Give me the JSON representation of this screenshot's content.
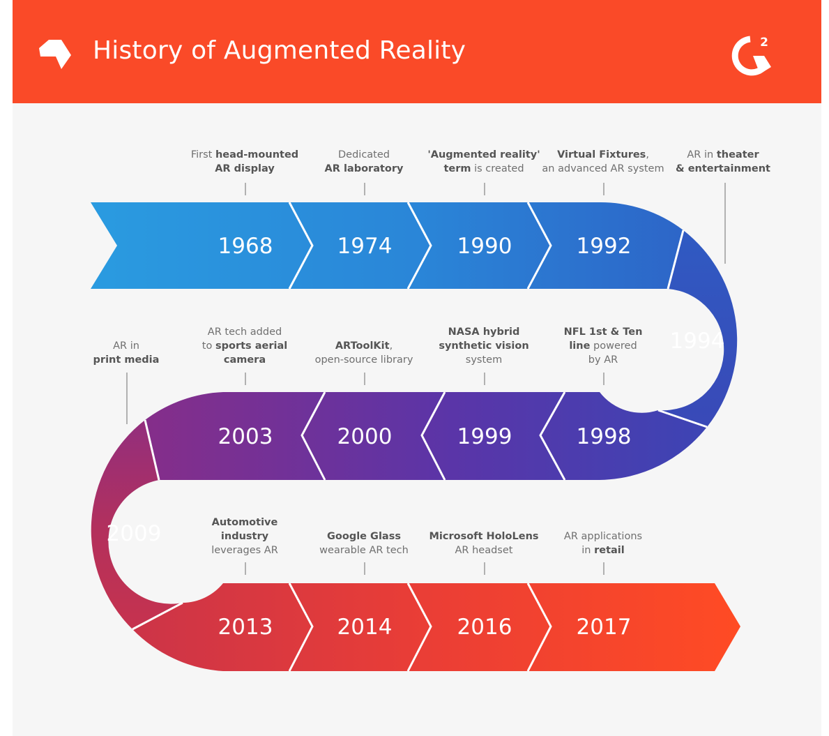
{
  "title": "History of Augmented Reality",
  "logo_text": "G2",
  "colors": {
    "header": "#fa4a28",
    "background": "#f6f6f6",
    "start": "#2a9be0",
    "mid": "#5a35a8",
    "end": "#ff4b24"
  },
  "events": [
    {
      "year": "1968",
      "label": [
        [
          {
            "t": "First "
          },
          {
            "t": "head-mounted",
            "b": true
          }
        ],
        [
          {
            "t": "AR display",
            "b": true
          }
        ]
      ]
    },
    {
      "year": "1974",
      "label": [
        [
          {
            "t": "Dedicated"
          }
        ],
        [
          {
            "t": "AR laboratory",
            "b": true
          }
        ]
      ]
    },
    {
      "year": "1990",
      "label": [
        [
          {
            "t": "'Augmented reality'",
            "b": true
          }
        ],
        [
          {
            "t": "term",
            "b": true
          },
          {
            "t": " is created"
          }
        ]
      ]
    },
    {
      "year": "1992",
      "label": [
        [
          {
            "t": "Virtual Fixtures",
            "b": true
          },
          {
            "t": ","
          }
        ],
        [
          {
            "t": "an advanced AR system"
          }
        ]
      ]
    },
    {
      "year": "1994",
      "label": [
        [
          {
            "t": "AR in "
          },
          {
            "t": "theater",
            "b": true
          }
        ],
        [
          {
            "t": "& entertainment",
            "b": true
          }
        ]
      ]
    },
    {
      "year": "1998",
      "label": [
        [
          {
            "t": "NFL 1st & Ten",
            "b": true
          }
        ],
        [
          {
            "t": "line",
            "b": true
          },
          {
            "t": " powered"
          }
        ],
        [
          {
            "t": "by AR"
          }
        ]
      ]
    },
    {
      "year": "1999",
      "label": [
        [
          {
            "t": "NASA hybrid",
            "b": true
          }
        ],
        [
          {
            "t": "synthetic vision",
            "b": true
          }
        ],
        [
          {
            "t": "system"
          }
        ]
      ]
    },
    {
      "year": "2000",
      "label": [
        [
          {
            "t": "ARToolKit",
            "b": true
          },
          {
            "t": ","
          }
        ],
        [
          {
            "t": "open-source library"
          }
        ]
      ]
    },
    {
      "year": "2003",
      "label": [
        [
          {
            "t": "AR tech added"
          }
        ],
        [
          {
            "t": "to "
          },
          {
            "t": "sports aerial",
            "b": true
          }
        ],
        [
          {
            "t": "camera",
            "b": true
          }
        ]
      ]
    },
    {
      "year": "2009",
      "label": [
        [
          {
            "t": "AR in"
          }
        ],
        [
          {
            "t": "print media",
            "b": true
          }
        ]
      ]
    },
    {
      "year": "2013",
      "label": [
        [
          {
            "t": "Automotive",
            "b": true
          }
        ],
        [
          {
            "t": "industry",
            "b": true
          }
        ],
        [
          {
            "t": "leverages AR"
          }
        ]
      ]
    },
    {
      "year": "2014",
      "label": [
        [
          {
            "t": "Google Glass",
            "b": true
          }
        ],
        [
          {
            "t": "wearable AR tech"
          }
        ]
      ]
    },
    {
      "year": "2016",
      "label": [
        [
          {
            "t": "Microsoft HoloLens",
            "b": true
          }
        ],
        [
          {
            "t": "AR headset"
          }
        ]
      ]
    },
    {
      "year": "2017",
      "label": [
        [
          {
            "t": "AR applications"
          }
        ],
        [
          {
            "t": "in "
          },
          {
            "t": "retail",
            "b": true
          }
        ]
      ]
    }
  ]
}
